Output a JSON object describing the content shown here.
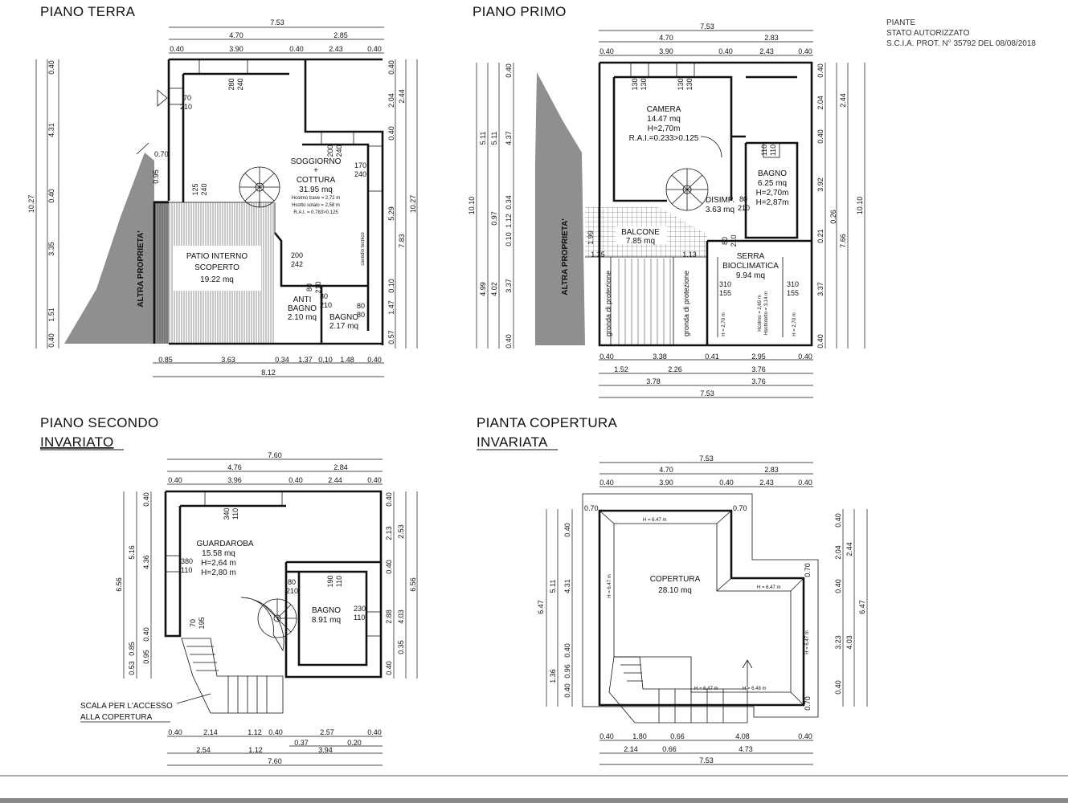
{
  "stamp": {
    "line1": "PIANTE",
    "line2": "STATO AUTORIZZATO",
    "line3": "S.C.I.A. PROT. N° 35792 DEL 08/08/2018"
  },
  "plans": {
    "terra": {
      "title": "PIANO TERRA",
      "top_total": "7.53",
      "top_mid": [
        "4.70",
        "2.85"
      ],
      "top_detail": [
        "0.40",
        "3.90",
        "0.40",
        "2.43",
        "0.40"
      ],
      "bottom_detail": [
        "0.85",
        "3.63",
        "0.34",
        "1.37",
        "0.10",
        "1.48",
        "0.40"
      ],
      "bottom_total": "8.12",
      "left_total": "10.27",
      "left_mid": [
        "4.31",
        "3.35",
        "1.51"
      ],
      "left_detail": [
        "0.40",
        "0.40",
        "0.40"
      ],
      "right_total": "10.27",
      "right_mid": [
        "2.44",
        "5.29",
        "7.83"
      ],
      "right_detail": [
        "0.40",
        "2.04",
        "0.40",
        "0.10",
        "1.47",
        "0.57"
      ],
      "rooms": {
        "soggiorno": [
          "SOGGIORNO",
          "+",
          "COTTURA",
          "31.95 mq",
          "Hcolmo trave = 2,72 m",
          "Hsotto solaio = 2,58 m",
          "R.A.I. = 0.783>0.125"
        ],
        "patio": [
          "PATIO INTERNO",
          "SCOPERTO",
          "19.22 mq"
        ],
        "antibagno": [
          "ANTI",
          "BAGNO",
          "2.10 mq"
        ],
        "bagno": [
          "BAGNO",
          "2.17 mq"
        ]
      },
      "openings": [
        "280\n240",
        "70\n210",
        "200\n240",
        "170\n240",
        "125\n240",
        "200\n242",
        "80\n210",
        "80\n210",
        "80\n80"
      ],
      "openings_list": [
        "280",
        "240",
        "70",
        "210",
        "200",
        "240",
        "170",
        "240",
        "125",
        "240",
        "200",
        "242",
        "80",
        "210",
        "80",
        "210",
        "80",
        "80"
      ],
      "misc": [
        "0.70",
        "0.95",
        "ALTRA PROPRIETA'",
        "cavedio tecnico"
      ]
    },
    "primo": {
      "title": "PIANO PRIMO",
      "top_total": "7.53",
      "top_mid": [
        "4.70",
        "2.83"
      ],
      "top_detail": [
        "0.40",
        "3.90",
        "0.40",
        "2.43",
        "0.40"
      ],
      "bottom_detail": [
        "0.40",
        "3.38",
        "0.41",
        "2.95",
        "0.40"
      ],
      "bottom_mid": [
        "1.52",
        "2.26",
        "3.76"
      ],
      "bottom_mid2": [
        "3.78",
        "3.76"
      ],
      "bottom_total": "7.53",
      "left_total": "10.10",
      "left_mid": [
        "5.11",
        "4.99"
      ],
      "left_mid2": [
        "5.11",
        "0.97",
        "4.02"
      ],
      "left_detail": [
        "0.40",
        "4.37",
        "0.34",
        "1.12",
        "0.10",
        "3.37",
        "0.40"
      ],
      "right_total": "10.10",
      "right_mid": [
        "2.44",
        "7.66"
      ],
      "right_detail": [
        "0.40",
        "2.04",
        "0.40",
        "3.92",
        "0.26",
        "0.21",
        "3.37",
        "0.40"
      ],
      "rooms": {
        "camera": [
          "CAMERA",
          "14.47 mq",
          "H=2,70m",
          "R.A.I.=0.233>0.125"
        ],
        "bagno": [
          "BAGNO",
          "6.25 mq",
          "H=2,70m",
          "H=2,87m"
        ],
        "disimp": [
          "DISIMP.",
          "3.63 mq"
        ],
        "balcone": [
          "BALCONE",
          "7.85 mq"
        ],
        "serra": [
          "SERRA",
          "BIOCLIMATICA",
          "9.94 mq"
        ]
      },
      "openings_list": [
        "130",
        "130",
        "130",
        "130",
        "110",
        "110",
        "80",
        "210",
        "80",
        "210",
        "310",
        "155",
        "310",
        "155",
        "1.99",
        "1.25",
        "1.13"
      ],
      "misc": [
        "gronda di protezione",
        "gronda di protezione",
        "ALTRA PROPRIETA'",
        "H = 2,70 m",
        "Hcolmo = 2,69 m",
        "Hsottotetto = 3,14 m",
        "H = 2,70 m"
      ]
    },
    "secondo": {
      "title": "PIANO SECONDO",
      "subtitle": "INVARIATO",
      "top_total": "7.60",
      "top_mid": [
        "4.76",
        "2.84"
      ],
      "top_detail": [
        "0.40",
        "3.96",
        "0.40",
        "2.44",
        "0.40"
      ],
      "bottom_detail": [
        "0.40",
        "2.14",
        "1.12",
        "0.40",
        "2.57",
        "0.40"
      ],
      "bottom_extra": [
        "0.37",
        "0.20"
      ],
      "bottom_mid": [
        "2.54",
        "1.12",
        "3.94"
      ],
      "bottom_total": "7.60",
      "left_total": "6.56",
      "left_mid": [
        "5.16",
        "0.85"
      ],
      "left_detail": [
        "0.40",
        "4.36",
        "0.40",
        "0.53",
        "0.95"
      ],
      "right_total": "6.56",
      "right_mid": [
        "2.53",
        "4.03"
      ],
      "right_detail": [
        "0.40",
        "2.13",
        "0.40",
        "2.88",
        "0.35",
        "0.40"
      ],
      "rooms": {
        "guardaroba": [
          "GUARDAROBA",
          "15.58 mq",
          "H=2,64 m",
          "H=2,80 m"
        ],
        "bagno": [
          "BAGNO",
          "8.91 mq"
        ]
      },
      "openings_list": [
        "340",
        "110",
        "380",
        "110",
        "80",
        "210",
        "190",
        "110",
        "230",
        "110",
        "70",
        "195"
      ],
      "note": [
        "SCALA PER L'ACCESSO",
        "ALLA COPERTURA"
      ]
    },
    "copertura": {
      "title": "PIANTA COPERTURA",
      "subtitle": "INVARIATA",
      "top_total": "7.53",
      "top_mid": [
        "4.70",
        "2.83"
      ],
      "top_detail": [
        "0.40",
        "3.90",
        "0.40",
        "2.43",
        "0.40"
      ],
      "bottom_detail": [
        "0.40",
        "1.80",
        "0.66",
        "4.08",
        "0.40"
      ],
      "bottom_mid": [
        "2.14",
        "0.66",
        "4.73"
      ],
      "bottom_total": "7.53",
      "left_total": "6.47",
      "left_mid": [
        "5.11",
        "1.36"
      ],
      "left_detail": [
        "0.40",
        "4.31",
        "0.40",
        "0.96",
        "0.40"
      ],
      "right_total": "6.47",
      "right_mid": [
        "2.44",
        "4.03"
      ],
      "right_detail": [
        "0.40",
        "2.04",
        "0.40",
        "3.23",
        "0.40"
      ],
      "rooms": {
        "copertura": [
          "COPERTURA",
          "28.10 mq"
        ]
      },
      "misc": [
        "0.70",
        "0.70",
        "0.70",
        "0.70",
        "H = 6.47 m",
        "H = 6.47 m",
        "H = 6.47 m",
        "H = 6.47 m",
        "H = 6.47 m",
        "H = 6.48 m"
      ]
    }
  }
}
